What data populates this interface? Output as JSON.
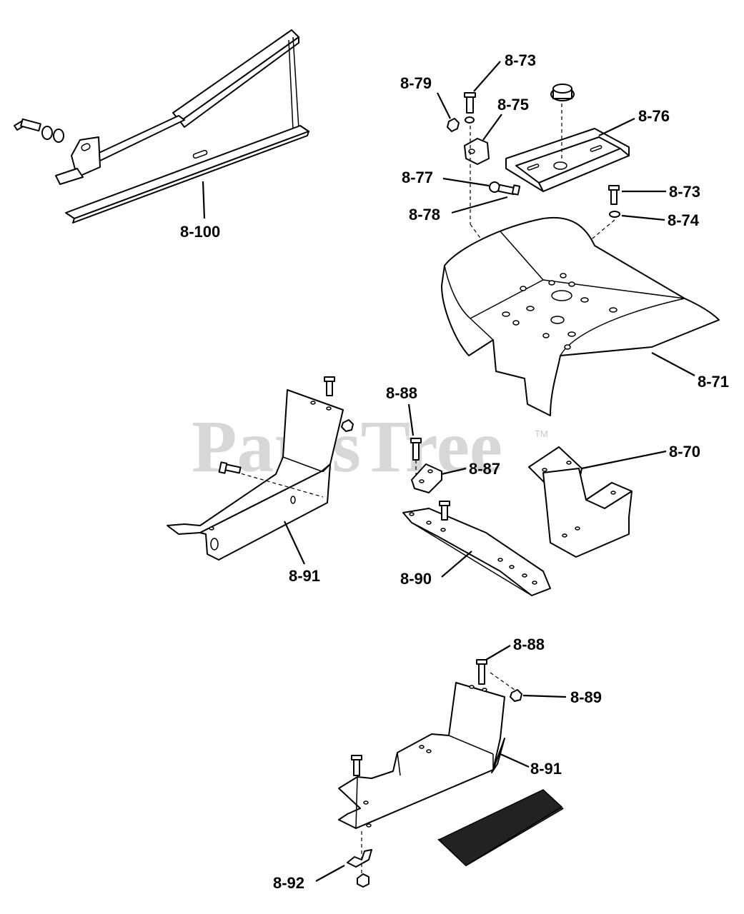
{
  "watermark": {
    "text": "PartsTree",
    "trademark": "TM"
  },
  "labels": {
    "p8_100": "8-100",
    "p8_73_top": "8-73",
    "p8_79": "8-79",
    "p8_75": "8-75",
    "p8_76": "8-76",
    "p8_77": "8-77",
    "p8_78": "8-78",
    "p8_73_right": "8-73",
    "p8_74": "8-74",
    "p8_71": "8-71",
    "p8_88_mid": "8-88",
    "p8_87": "8-87",
    "p8_70": "8-70",
    "p8_91_left": "8-91",
    "p8_90": "8-90",
    "p8_88_bottom": "8-88",
    "p8_89": "8-89",
    "p8_91_bottom": "8-91",
    "p8_92": "8-92"
  }
}
